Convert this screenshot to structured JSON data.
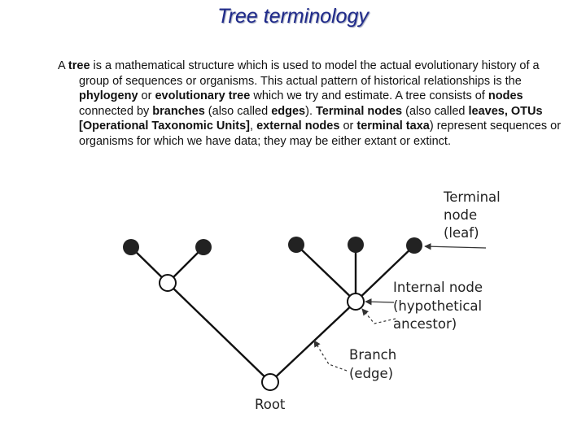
{
  "title": "Tree terminology",
  "paragraph": [
    {
      "t": "A ",
      "b": false
    },
    {
      "t": "tree",
      "b": true
    },
    {
      "t": " is a mathematical structure which is used to model the actual evolutionary history of a group of sequences or organisms.  This actual pattern of historical relationships is the ",
      "b": false
    },
    {
      "t": "phylogeny",
      "b": true
    },
    {
      "t": " or ",
      "b": false
    },
    {
      "t": "evolutionary tree",
      "b": true
    },
    {
      "t": " which we try and estimate.  A tree consists of ",
      "b": false
    },
    {
      "t": "nodes",
      "b": true
    },
    {
      "t": " connected by ",
      "b": false
    },
    {
      "t": "branches",
      "b": true
    },
    {
      "t": " (also called ",
      "b": false
    },
    {
      "t": "edges",
      "b": true
    },
    {
      "t": ").  ",
      "b": false
    },
    {
      "t": "Terminal nodes",
      "b": true
    },
    {
      "t": " (also called ",
      "b": false
    },
    {
      "t": "leaves, OTUs [Operational Taxonomic Units]",
      "b": true
    },
    {
      "t": ", ",
      "b": false
    },
    {
      "t": "external nodes",
      "b": true
    },
    {
      "t": " or ",
      "b": false
    },
    {
      "t": "terminal taxa",
      "b": true
    },
    {
      "t": ") represent sequences or organisms for which we have data; they may be either extant or extinct.",
      "b": false
    }
  ],
  "diagram": {
    "labels": {
      "terminal_node": [
        "Terminal",
        "node",
        "(leaf)"
      ],
      "internal_node": [
        "Internal node",
        "(hypothetical",
        "ancestor)"
      ],
      "branch": [
        "Branch",
        "(edge)"
      ],
      "root": "Root"
    }
  }
}
